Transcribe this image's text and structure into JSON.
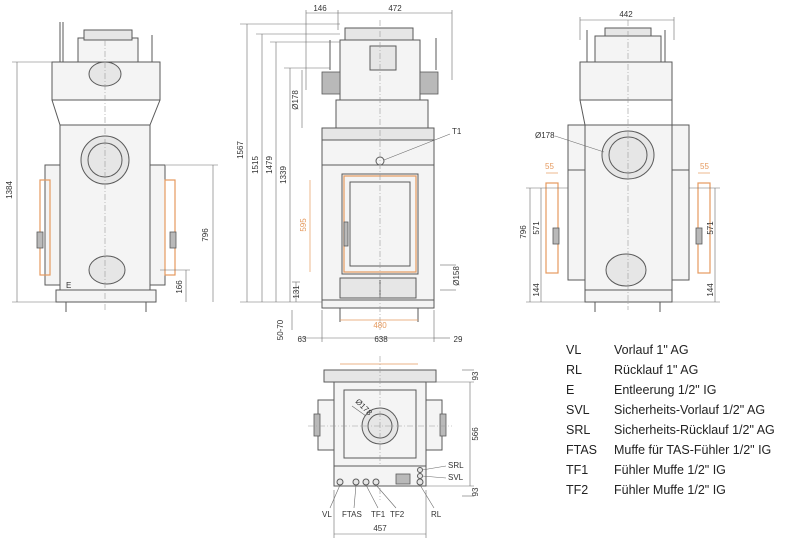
{
  "dimensions": {
    "front": {
      "width_446": "146",
      "width_472": "472",
      "height_1567": "1567",
      "height_1515": "1515",
      "height_1479": "1479",
      "height_1339": "1339",
      "dia_178": "Ø178",
      "t1": "T1",
      "height_595": "595",
      "dia_158": "Ø158",
      "height_131": "131",
      "width_480": "480",
      "height_50_70": "50-70",
      "width_63": "63",
      "width_638": "638",
      "width_29": "29"
    },
    "left": {
      "height_1384": "1384",
      "height_796": "796",
      "height_166": "166",
      "label_e": "E"
    },
    "right": {
      "width_442": "442",
      "dia_178": "Ø178",
      "width_55_left": "55",
      "width_55_right": "55",
      "height_796": "796",
      "height_571_left": "571",
      "height_571_right": "571",
      "height_144_left": "144",
      "height_144_right": "144"
    },
    "top": {
      "dia_178": "Ø178",
      "height_566": "566",
      "height_93_top": "93",
      "height_93_bottom": "93",
      "width_457": "457",
      "label_srl": "SRL",
      "label_svl": "SVL",
      "label_vl": "VL",
      "label_ftas": "FTAS",
      "label_tf1": "TF1",
      "label_tf2": "TF2",
      "label_rl": "RL"
    }
  },
  "legend": [
    {
      "code": "VL",
      "text": "Vorlauf 1\" AG"
    },
    {
      "code": "RL",
      "text": "Rücklauf 1\" AG"
    },
    {
      "code": "E",
      "text": "Entleerung 1/2\" IG"
    },
    {
      "code": "SVL",
      "text": "Sicherheits-Vorlauf 1/2\" AG"
    },
    {
      "code": "SRL",
      "text": "Sicherheits-Rücklauf 1/2\" AG"
    },
    {
      "code": "FTAS",
      "text": "Muffe für TAS-Fühler 1/2\" IG"
    },
    {
      "code": "TF1",
      "text": "Fühler Muffe 1/2\" IG"
    },
    {
      "code": "TF2",
      "text": "Fühler Muffe 1/2\" IG"
    }
  ]
}
